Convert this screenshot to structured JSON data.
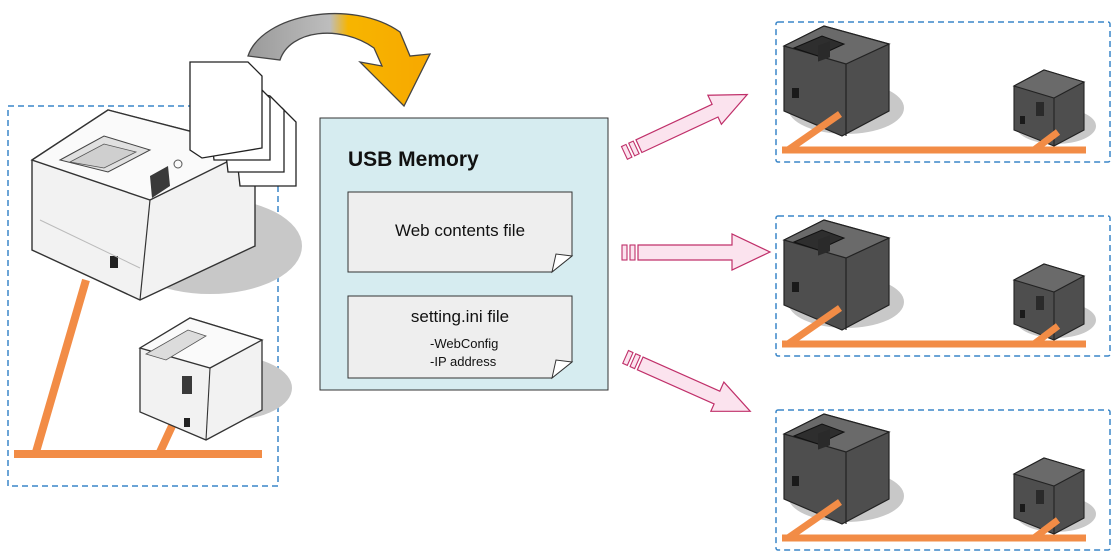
{
  "usb": {
    "title": "USB Memory",
    "files": [
      {
        "label": "Web contents file",
        "details": []
      },
      {
        "label": "setting.ini file",
        "details": [
          "-WebConfig",
          "-IP address"
        ]
      }
    ]
  },
  "colors": {
    "dashed_border": "#3a86c8",
    "network_line": "#f28c46",
    "usb_fill": "#d6ecf0",
    "file_fill": "#eeeeee",
    "arrow_fill": "#fbe3ee",
    "arrow_stroke": "#c0306a",
    "curve_start": "#9a9a9a",
    "curve_end": "#f7a800",
    "printer_dark": "#5a5a5a",
    "printer_light": "#f2f2f2",
    "shadow": "#c8c8c8"
  },
  "icons": {
    "master_printer": "thermal-receipt-printer-icon",
    "secondary_printer": "compact-receipt-printer-icon",
    "target_printer": "dark-receipt-printer-icon",
    "documents": "document-stack-icon",
    "transfer_arrow": "curved-transfer-arrow-icon",
    "copy_arrow": "right-arrow-icon"
  },
  "target_groups": [
    {
      "id": "group-1"
    },
    {
      "id": "group-2"
    },
    {
      "id": "group-3"
    }
  ]
}
